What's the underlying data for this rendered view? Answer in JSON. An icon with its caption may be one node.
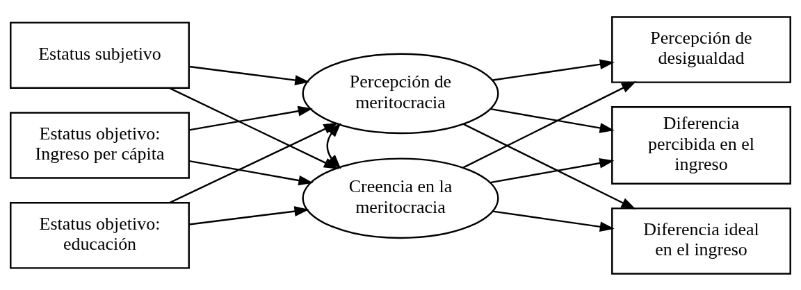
{
  "diagram": {
    "nodes": [
      {
        "text": [
          "Estatus subjetivo"
        ]
      },
      {
        "text": [
          "Estatus objetivo: Ingreso per cápita"
        ]
      },
      {
        "text": [
          "Estatus objetivo: educación"
        ]
      },
      {
        "text": [
          "Percepción de meritocracia"
        ]
      },
      {
        "text": [
          "Creencia en la meritocracia"
        ]
      },
      {
        "text": [
          "Percepción de desigualdad"
        ]
      },
      {
        "text": [
          "Diferencia percibida en el ingreso"
        ]
      },
      {
        "text": [
          "Diferencia ideal en el ingreso"
        ]
      }
    ],
    "edges": [
      {
        "from": 0,
        "to": 3,
        "arrow": "to"
      },
      {
        "from": 0,
        "to": 4,
        "arrow": "to"
      },
      {
        "from": 1,
        "to": 3,
        "arrow": "to"
      },
      {
        "from": 1,
        "to": 4,
        "arrow": "to"
      },
      {
        "from": 2,
        "to": 3,
        "arrow": "to"
      },
      {
        "from": 2,
        "to": 4,
        "arrow": "to"
      },
      {
        "from": 3,
        "to": 4,
        "arrow": "both"
      },
      {
        "from": 3,
        "to": 5,
        "arrow": "to"
      },
      {
        "from": 3,
        "to": 6,
        "arrow": "to"
      },
      {
        "from": 3,
        "to": 7,
        "arrow": "to"
      },
      {
        "from": 4,
        "to": 5,
        "arrow": "to"
      },
      {
        "from": 4,
        "to": 6,
        "arrow": "to"
      },
      {
        "from": 4,
        "to": 7,
        "arrow": "to"
      }
    ]
  }
}
